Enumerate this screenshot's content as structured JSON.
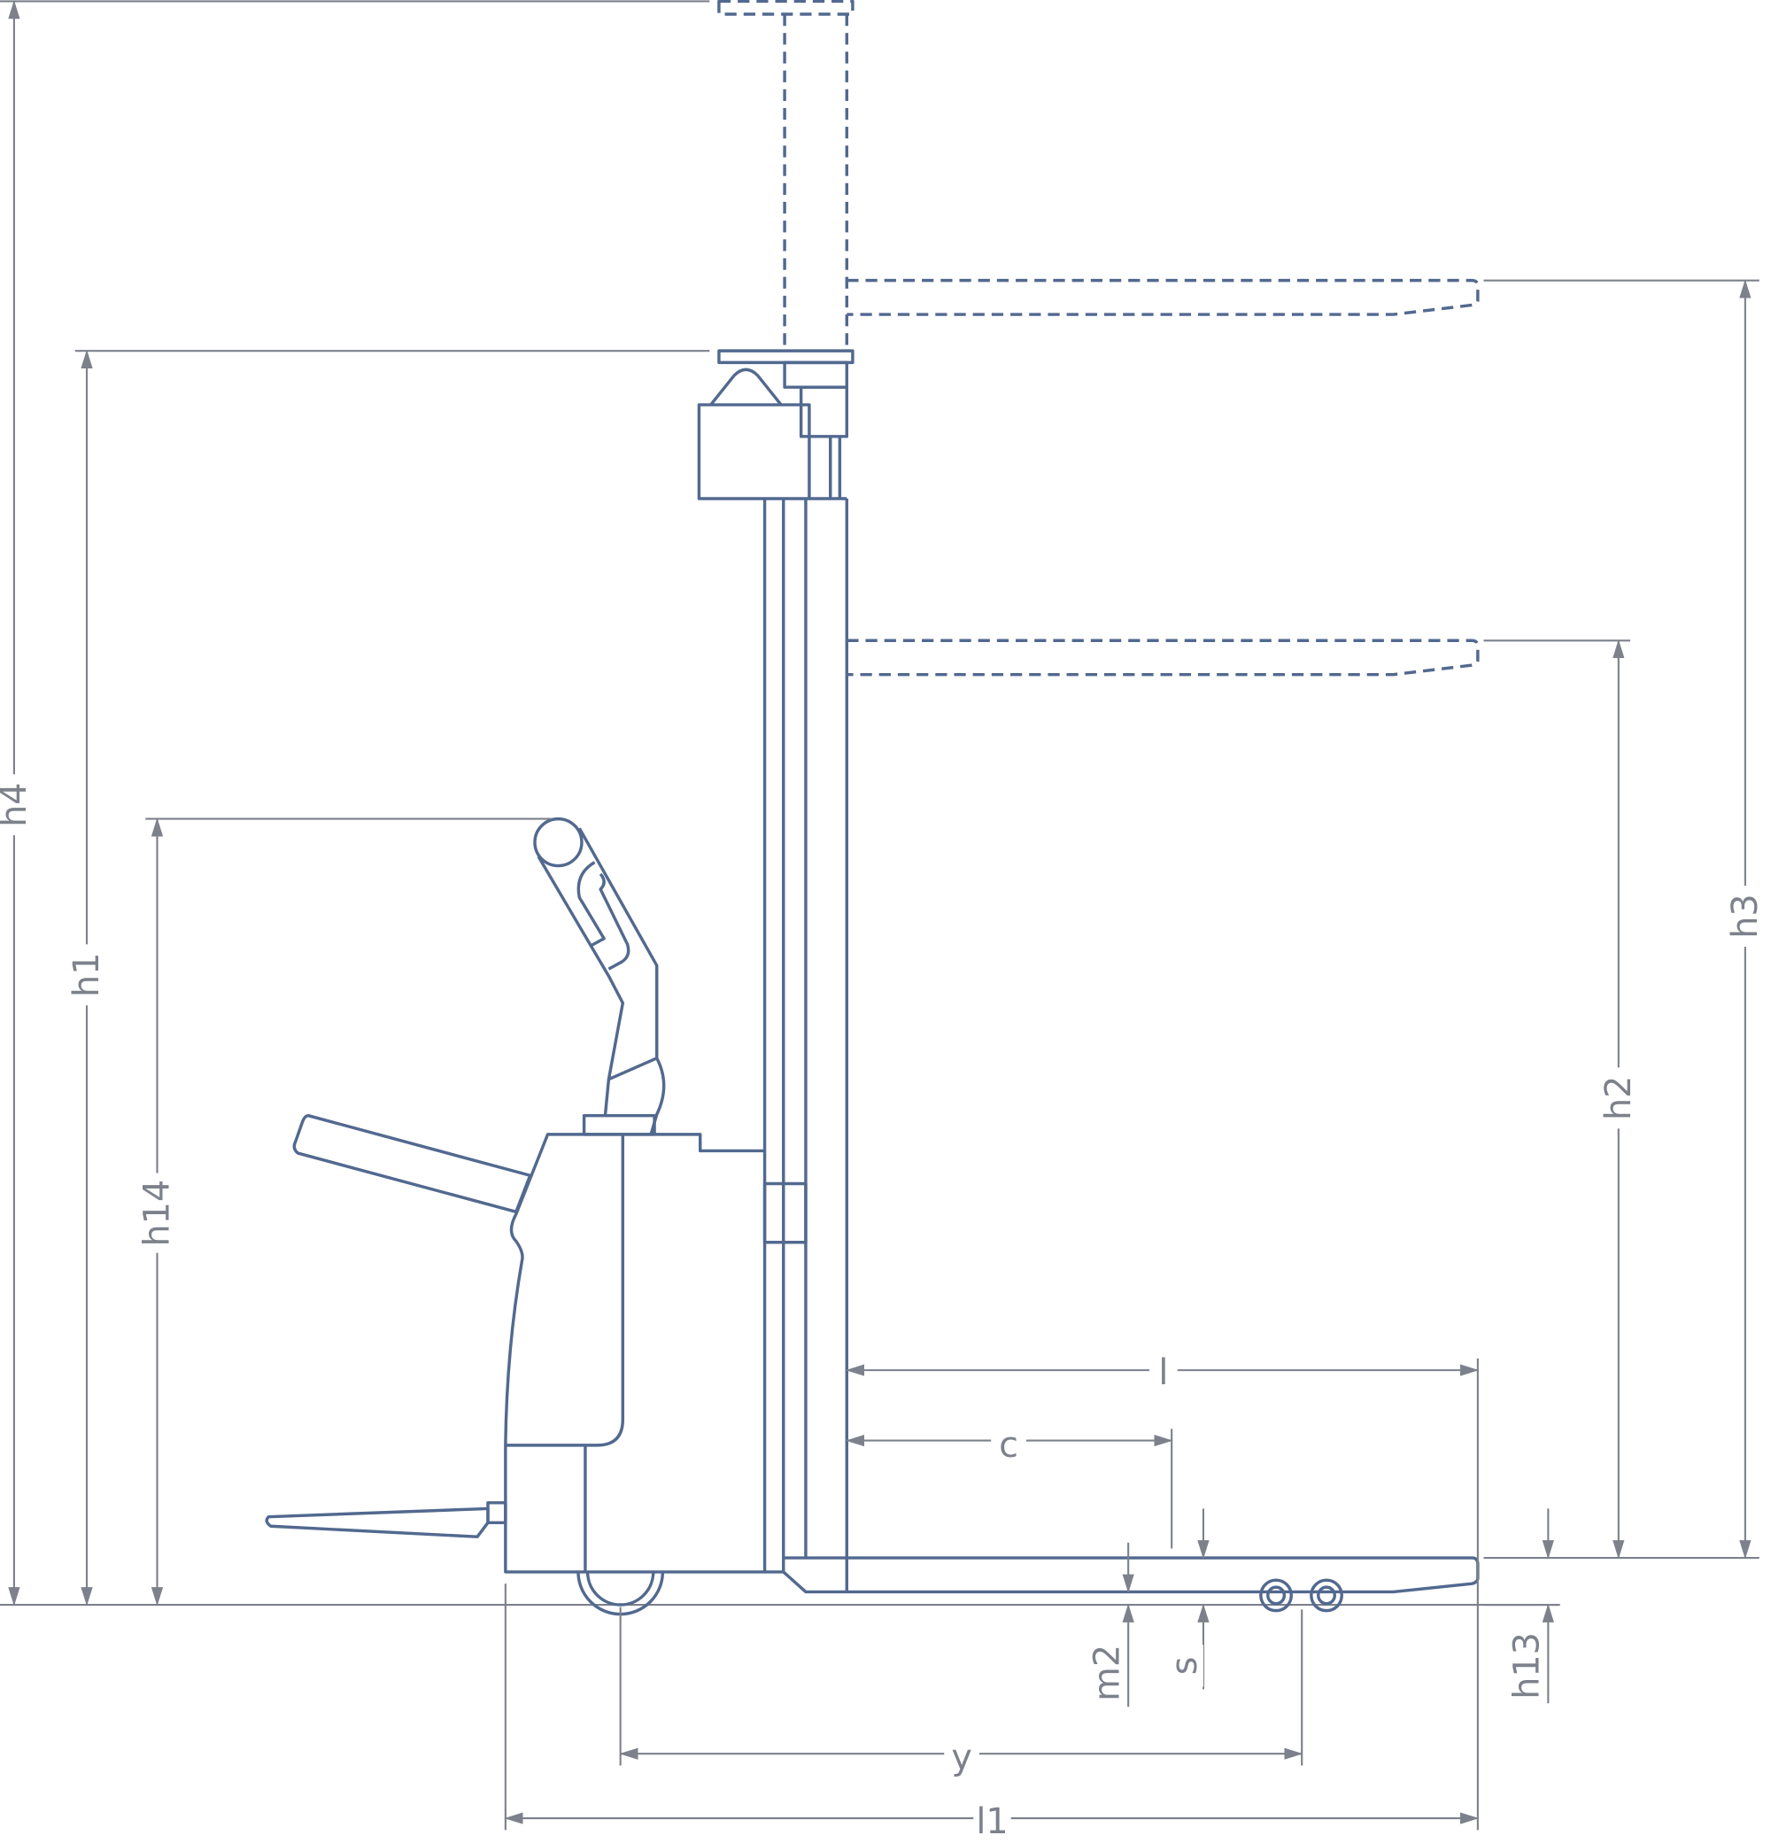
{
  "diagram": {
    "colors": {
      "drawing": "#52698f",
      "dimension": "#7d818b"
    },
    "labels": {
      "h4": "h4",
      "h1": "h1",
      "h14": "h14",
      "h3": "h3",
      "h2": "h2",
      "l": "l",
      "c": "c",
      "s": "s",
      "m2": "m2",
      "h13": "h13",
      "y": "y",
      "l1": "l1"
    }
  }
}
